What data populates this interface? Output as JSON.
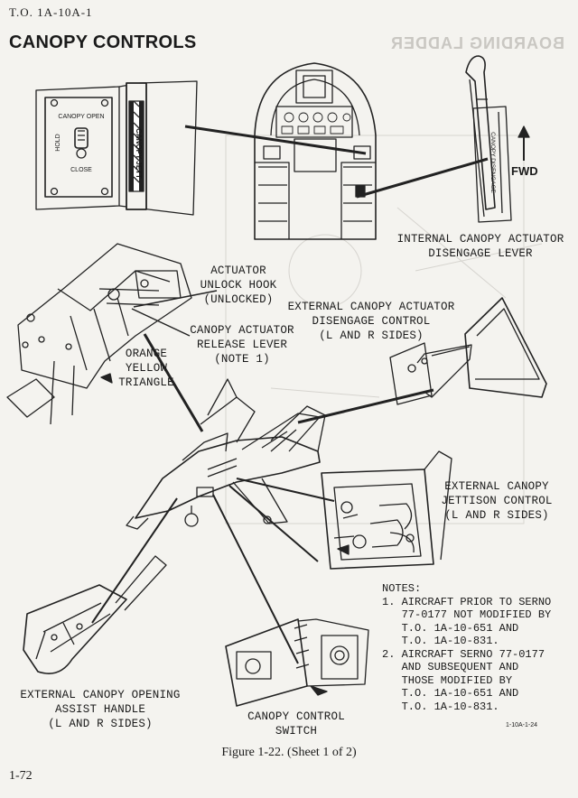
{
  "header": {
    "doc_id": "T.O. 1A-10A-1",
    "title": "CANOPY CONTROLS",
    "ghost_title": "BOARDING LADDER"
  },
  "callouts": {
    "internal_lever": [
      "INTERNAL CANOPY ACTUATOR",
      "DISENGAGE LEVER"
    ],
    "unlock_hook": [
      "ACTUATOR",
      "UNLOCK HOOK",
      "(UNLOCKED)"
    ],
    "external_disengage": [
      "EXTERNAL CANOPY ACTUATOR",
      "DISENGAGE CONTROL",
      "(L AND R SIDES)"
    ],
    "release_lever": [
      "CANOPY ACTUATOR",
      "RELEASE LEVER",
      "(NOTE 1)"
    ],
    "orange_triangle": [
      "ORANGE",
      "YELLOW",
      "TRIANGLE"
    ],
    "jettison_control": [
      "EXTERNAL CANOPY",
      "JETTISON CONTROL",
      "(L AND R SIDES)"
    ],
    "assist_handle": [
      "EXTERNAL CANOPY OPENING",
      "ASSIST HANDLE",
      "(L AND R SIDES)"
    ],
    "control_switch": "CANOPY CONTROL SWITCH",
    "fwd": "FWD"
  },
  "panel_labels": {
    "canopy_open": "CANOPY OPEN",
    "hold": "HOLD",
    "close": "CLOSE",
    "jett": "CANOPY JETT",
    "disengage": "CANOPY DISENGAGE"
  },
  "notes": {
    "heading": "NOTES:",
    "lines": [
      "1. AIRCRAFT PRIOR TO SERNO",
      "   77-0177 NOT MODIFIED BY",
      "   T.O. 1A-10-651 AND",
      "   T.O. 1A-10-831.",
      "2. AIRCRAFT SERNO 77-0177",
      "   AND SUBSEQUENT AND",
      "   THOSE MODIFIED BY",
      "   T.O. 1A-10-651 AND",
      "   T.O. 1A-10-831."
    ]
  },
  "figure_ref": "1-10A-1-24",
  "caption": "Figure 1-22.  (Sheet 1 of 2)",
  "page_number": "1-72"
}
